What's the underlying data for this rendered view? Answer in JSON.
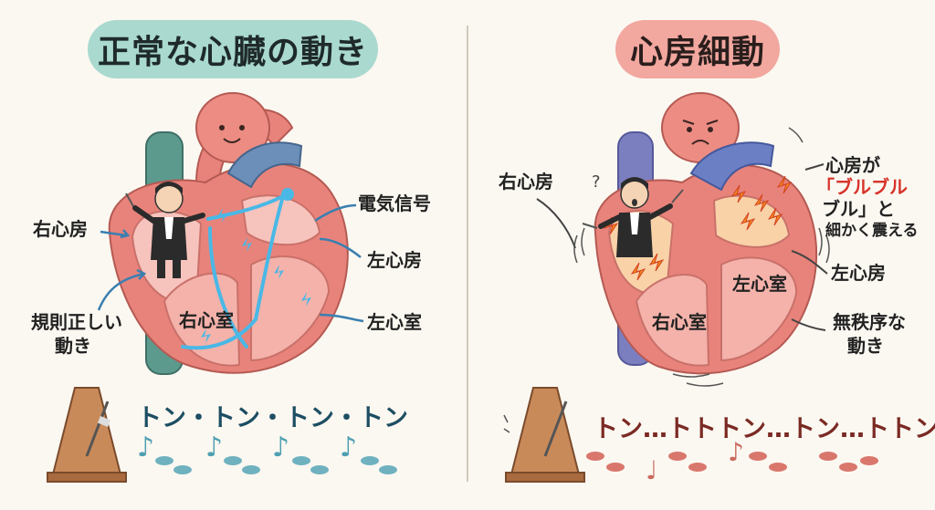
{
  "left": {
    "title": "正常な心臓の動き",
    "labels": {
      "right_atrium": "右心房",
      "regular_line1": "規則正しい",
      "regular_line2": "動き",
      "right_ventricle": "右心室",
      "electric_signal": "電気信号",
      "left_atrium": "左心房",
      "left_ventricle": "左心室"
    },
    "rhythm": "トン・トン・トン・トン"
  },
  "right": {
    "title": "心房細動",
    "labels": {
      "right_atrium": "右心房",
      "atrium_line1": "心房が",
      "atrium_line2": "「ブルブル",
      "atrium_line3": "ブル」と",
      "atrium_line4": "細かく震える",
      "left_atrium": "左心房",
      "left_ventricle": "左心室",
      "right_ventricle": "右心室",
      "irregular_line1": "無秩序な",
      "irregular_line2": "動き"
    },
    "rhythm": "トン…トトトン…トン…トトン"
  },
  "colors": {
    "left_title_bg": "#a9d9cf",
    "right_title_bg": "#f2a79f",
    "heart": "#e8837b",
    "vessel_blue": "#6b8fb8",
    "signal": "#49b8e6",
    "spark": "#f28b1e"
  },
  "icons": [
    "metronome-icon",
    "music-note-icon",
    "footprints-icon",
    "conductor-figure"
  ]
}
